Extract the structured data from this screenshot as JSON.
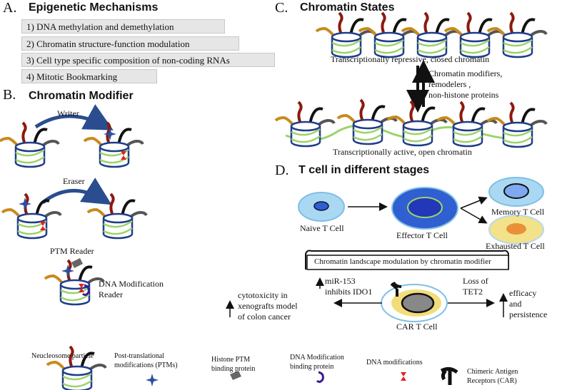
{
  "sectionA": {
    "letter": "A.",
    "title": "Epigenetic Mechanisms",
    "items": [
      "1)  DNA methylation and demethylation",
      "2) Chromatin structure-function modulation",
      "3)  Cell type specific composition of non-coding RNAs",
      "4)  Mitotic Bookmarking"
    ]
  },
  "sectionB": {
    "letter": "B.",
    "title": "Chromatin Modifier",
    "writer": "Writer",
    "eraser": "Eraser",
    "ptm_reader": "PTM Reader",
    "dna_reader": [
      "DNA Modification",
      "Reader"
    ]
  },
  "sectionC": {
    "letter": "C.",
    "title": "Chromatin States",
    "closed": "Transcriptionally repressive, closed chromatin",
    "modifiers": [
      "Chromatin modifiers,",
      "remodelers ,",
      "non-histone proteins"
    ],
    "open": "Transcriptionally active, open chromatin"
  },
  "sectionD": {
    "letter": "D.",
    "title": "T cell in different stages",
    "naive": "Naive T Cell",
    "effector": "Effector T Cell",
    "memory": "Memory T Cell",
    "exhausted": "Exhausted T Cell",
    "landscape": "Chromatin landscape modulation by chromatin modifier",
    "mir": [
      "miR-153",
      "inhibits IDO1"
    ],
    "tet2": [
      "Loss of",
      "TET2"
    ],
    "cytotox": [
      "cytotoxicity in",
      "xenografts model",
      "of colon cancer"
    ],
    "efficacy": [
      "efficacy",
      "and",
      "persistence"
    ],
    "car": "CAR T Cell"
  },
  "legend": {
    "nucleosome": "Neucleosome particle",
    "ptm": [
      "Post-translational",
      "modifications (PTMs)"
    ],
    "histone_binding": [
      "Histone PTM",
      "binding protein"
    ],
    "dna_binding": [
      "DNA Modification",
      "binding protein"
    ],
    "dna_mod": "DNA modifications",
    "car": [
      "Chimeric Antigen",
      "Receptors (CAR)"
    ]
  },
  "colors": {
    "nucleosome_outline": "#1f3d8a",
    "dna_green": "#9bd36a",
    "tail_red": "#8b1a0f",
    "tail_orange": "#c88a1c",
    "arrow_blue": "#2a4d8f",
    "star_blue": "#2b4fa0",
    "mod_red": "#e0221d",
    "naive_fill": "#aad8f2",
    "effector_fill": "#2f5fd0",
    "exhausted_fill": "#f3e28a",
    "car_fill": "#f2dd7a"
  }
}
